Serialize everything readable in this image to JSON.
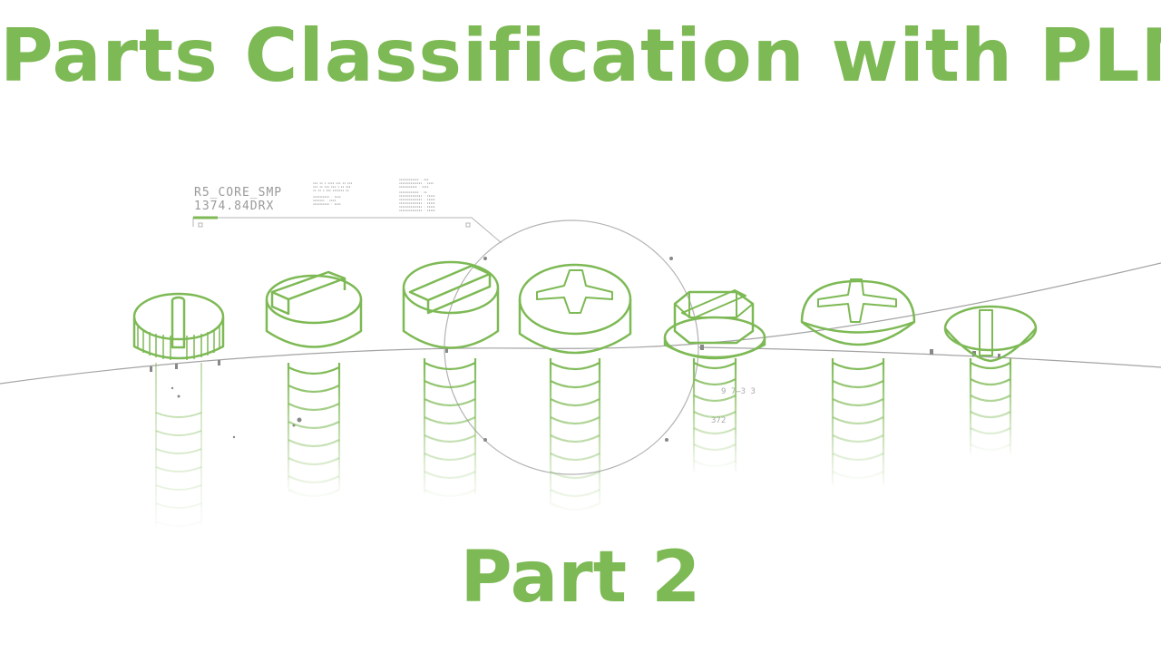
{
  "title": "Parts Classification with PLM",
  "subtitle": "Part 2",
  "colors": {
    "accent": "#7db954",
    "line": "#9a9a9a"
  },
  "hud": {
    "code_line1": "R5_CORE_SMP",
    "code_line2": "1374.84DRX",
    "readout_a": "9 7̶3  3",
    "readout_b": "372"
  },
  "screws": [
    {
      "icon": "knurled-slotted-screw-icon"
    },
    {
      "icon": "slotted-pan-screw-icon"
    },
    {
      "icon": "slotted-cheese-head-screw-icon"
    },
    {
      "icon": "phillips-pan-screw-icon"
    },
    {
      "icon": "slotted-hex-washer-screw-icon"
    },
    {
      "icon": "phillips-dome-screw-icon"
    },
    {
      "icon": "slotted-countersunk-screw-icon"
    }
  ]
}
